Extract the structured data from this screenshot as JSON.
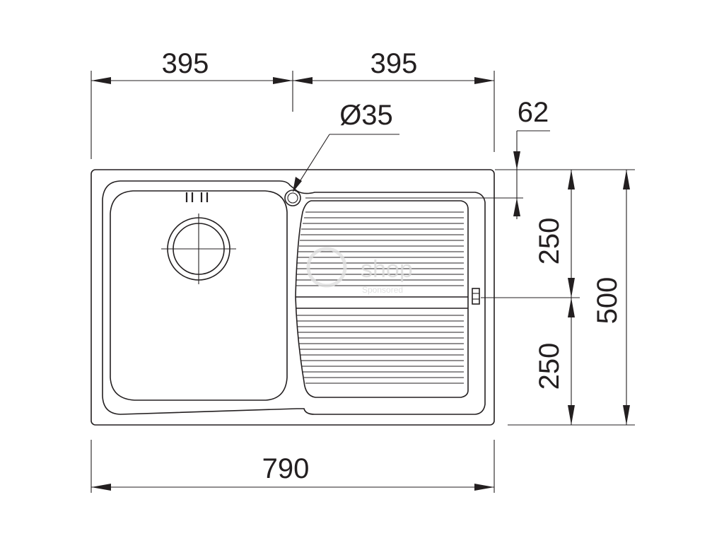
{
  "dimensions": {
    "top_left_width": "395",
    "top_right_width": "395",
    "hole_diameter": "Ø35",
    "hole_offset": "62",
    "right_upper_depth": "250",
    "right_lower_depth": "250",
    "total_depth": "500",
    "total_width": "790"
  },
  "watermark": {
    "brand": "shop",
    "tagline": "Sponsored"
  },
  "colors": {
    "ink": "#231f20",
    "watermark": "#d9d9d9"
  }
}
